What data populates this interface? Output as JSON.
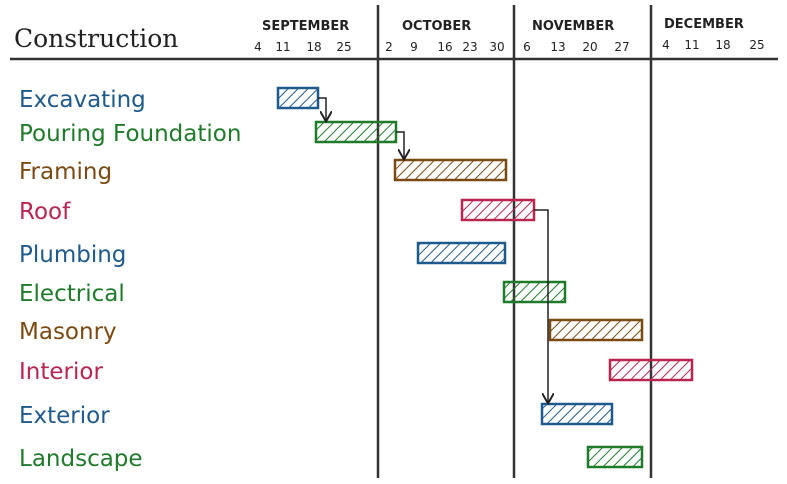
{
  "title": "Construction",
  "months": [
    {
      "name": "SEPTEMBER",
      "days": [
        "4",
        "11",
        "18",
        "25"
      ]
    },
    {
      "name": "OCTOBER",
      "days": [
        "2",
        "9",
        "16",
        "23",
        "30"
      ]
    },
    {
      "name": "NOVEMBER",
      "days": [
        "6",
        "13",
        "20",
        "27"
      ]
    },
    {
      "name": "DECEMBER",
      "days": [
        "4",
        "11",
        "18",
        "25"
      ]
    }
  ],
  "colors": {
    "blue": "#1f5a8c",
    "green": "#1f7a2a",
    "brown": "#7a4a12",
    "red": "#b8254f",
    "ink": "#222222"
  },
  "chart_data": {
    "type": "gantt",
    "tasks": [
      {
        "name": "Excavating",
        "color": "blue",
        "start": "Sep 4",
        "end": "Sep 18"
      },
      {
        "name": "Pouring Foundation",
        "color": "green",
        "start": "Sep 18",
        "end": "Oct 2"
      },
      {
        "name": "Framing",
        "color": "brown",
        "start": "Oct 2",
        "end": "Oct 30"
      },
      {
        "name": "Roof",
        "color": "red",
        "start": "Oct 23",
        "end": "Nov 6"
      },
      {
        "name": "Plumbing",
        "color": "blue",
        "start": "Oct 9",
        "end": "Oct 30"
      },
      {
        "name": "Electrical",
        "color": "green",
        "start": "Oct 30",
        "end": "Nov 13"
      },
      {
        "name": "Masonry",
        "color": "brown",
        "start": "Nov 13",
        "end": "Nov 27"
      },
      {
        "name": "Interior",
        "color": "red",
        "start": "Nov 27",
        "end": "Dec 11"
      },
      {
        "name": "Exterior",
        "color": "blue",
        "start": "Nov 13",
        "end": "Nov 27"
      },
      {
        "name": "Landscape",
        "color": "green",
        "start": "Nov 20",
        "end": "Nov 27"
      }
    ],
    "dependencies": [
      {
        "from": "Excavating",
        "to": "Pouring Foundation"
      },
      {
        "from": "Pouring Foundation",
        "to": "Framing"
      },
      {
        "from": "Roof",
        "to": "Exterior"
      }
    ]
  }
}
